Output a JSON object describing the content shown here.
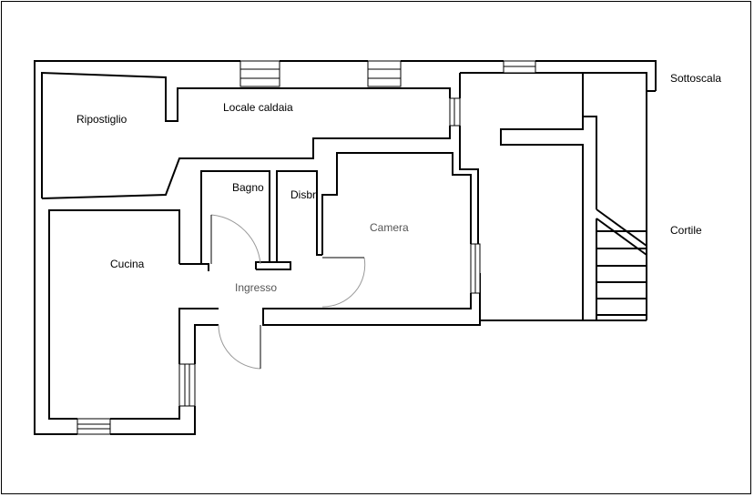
{
  "plan": {
    "rooms": {
      "ripostiglio": "Ripostiglio",
      "locale_caldaia": "Locale caldaia",
      "bagno": "Bagno",
      "disbr": "Disbr.",
      "camera": "Camera",
      "cucina": "Cucina",
      "ingresso": "Ingresso"
    },
    "outside": {
      "sottoscala": "Sottoscala",
      "cortile": "Cortile"
    }
  }
}
